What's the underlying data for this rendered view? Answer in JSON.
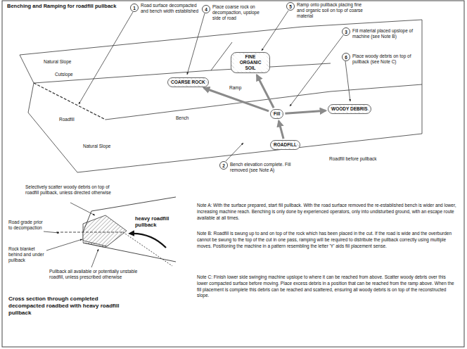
{
  "diagram": {
    "title": "Benching and Ramping for roadfill pullback",
    "nodes": [
      {
        "text": [
          "COARSE ROCK"
        ]
      },
      {
        "text": [
          "FINE ORGANIC SOIL"
        ]
      },
      {
        "text": [
          "Fill"
        ]
      },
      {
        "text": [
          "WOODY DEBRIS"
        ]
      },
      {
        "text": [
          "ROADFILL"
        ]
      }
    ],
    "edges": [
      {
        "from": 2,
        "to": 0,
        "arrow": "to"
      },
      {
        "from": 2,
        "to": 1,
        "arrow": "to"
      },
      {
        "from": 2,
        "to": 3,
        "arrow": "to"
      },
      {
        "from": 4,
        "to": 2,
        "arrow": "to"
      }
    ],
    "labels": [
      "1",
      "Road surface decompacted and bench width established",
      "4",
      "Place coarse rock on decompaction, upslope side of road",
      "5",
      "Ramp onto pullback placing fine and organic soil on top of coarse material",
      "3",
      "Fill material placed upslope of machine (see Note B)",
      "6",
      "Place woody debris on top of pullback (see Note C)",
      "2",
      "Bench elevation complete. Fill removed (see Note A)",
      "Natural Slope",
      "Cutslope",
      "Roadfill",
      "Ramp",
      "Bench",
      "Natural Slope",
      "Roadfill before pullback",
      "Selectively scatter woody debris on top of roadfill pullback, unless directed otherwise",
      "Road grade prior to decompaction",
      "heavy roadfill pullback",
      "Rock blanket behind and under pullback",
      "Pullback all available or potentially unstable roadfill, unless prescribed otherwise",
      "Cross section through completed decompacted roadbed with heavy roadfill pullback",
      "Note A: With the surface prepared, start fill pullback. With the road surface removed the re-established bench is wider and lower, increasing machine reach. Benching is only done by experienced operators, only into undisturbed ground, with an escape route available at all times.",
      "Note B: Roadfill is swung up to and on top of the rock which has been placed in the cut. If the road is wide and the overburden cannot be swung to the top of the cut in one pass, ramping will be required to distribute the pullback correctly using multiple moves. Positioning the machine in a pattern resembling the letter 'Y' aids fill placement sense.",
      "Note C: Finish lower side swinging machine upslope to where it can be reached from above. Scatter woody debris over this lower compacted surface before moving. Place excess debris in a position that can be reached from the ramp above. When the fill placement is complete this debris can be reached and scattered, ensuring all woody debris is on top of the reconstructed slope."
    ]
  }
}
